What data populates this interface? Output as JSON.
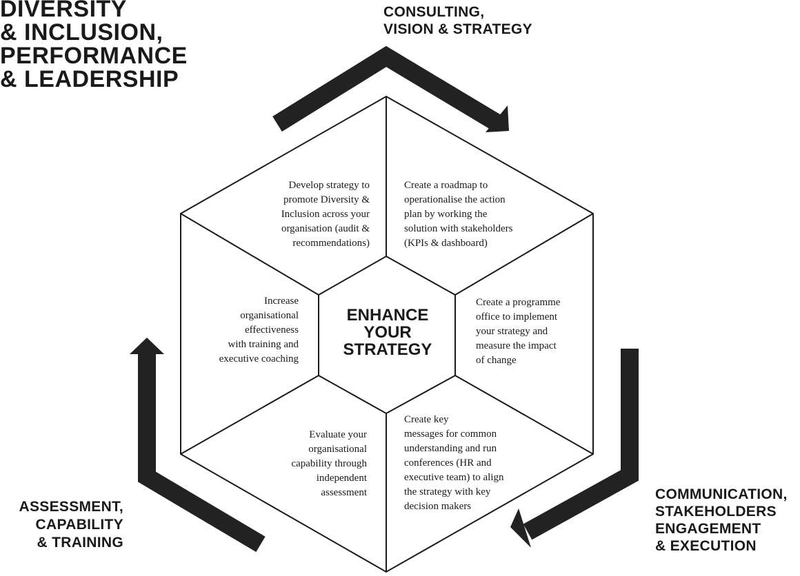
{
  "title": "DIVERSITY\n& INCLUSION,\nPERFORMANCE\n& LEADERSHIP",
  "sections": {
    "consulting": "CONSULTING,\nVISION & STRATEGY",
    "assessment": "ASSESSMENT,\nCAPABILITY\n& TRAINING",
    "communication": "COMMUNICATION,\nSTAKEHOLDERS\nENGAGEMENT\n& EXECUTION"
  },
  "center": "ENHANCE\nYOUR\nSTRATEGY",
  "cells": {
    "top_left": "Develop strategy to\npromote Diversity &\nInclusion across your\norganisation (audit &\nrecommendations)",
    "top_right": "Create a roadmap to\noperationalise the action\nplan by working the\nsolution with stakeholders\n(KPIs & dashboard)",
    "middle_left": "Increase\norganisational\neffectiveness\nwith training and\nexecutive coaching",
    "middle_right": "Create a programme\noffice to implement\nyour strategy and\nmeasure the impact\nof change",
    "bottom_left": "Evaluate your\norganisational\ncapability through\nindependent\nassessment",
    "bottom_right": "Create key\nmessages for common\nunderstanding and run\nconferences (HR and\nexecutive team) to align\nthe strategy with key\ndecision makers"
  },
  "colors": {
    "ink": "#1a1a1a",
    "arrow": "#222222",
    "background": "#ffffff"
  }
}
